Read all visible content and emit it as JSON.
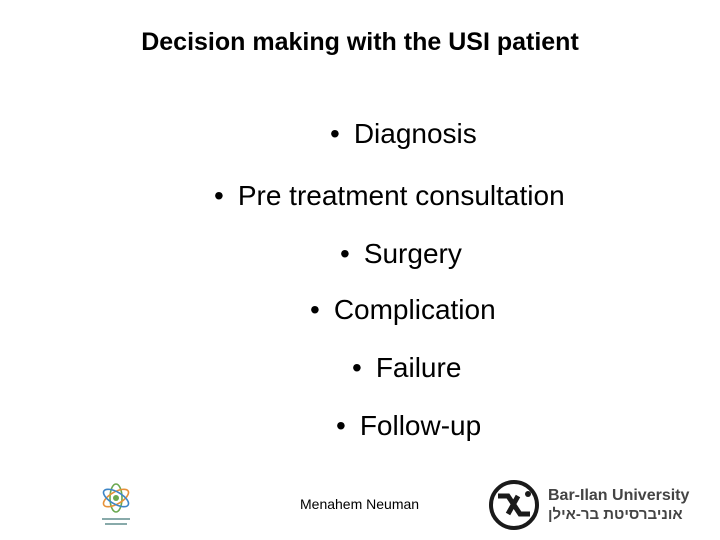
{
  "slide": {
    "title": "Decision making with the USI patient",
    "bullets": [
      "Diagnosis",
      "Pre treatment consultation",
      "Surgery",
      "Complication",
      "Failure",
      "Follow-up"
    ],
    "bullet_char": "•",
    "footer_author": "Menahem Neuman"
  },
  "logos": {
    "university_name": "Bar-Ilan University",
    "university_name_hebrew": "אוניברסיטת בר-אילן",
    "accent_color": "#1a1a1a",
    "left_logo_color": "#6aa84f"
  }
}
